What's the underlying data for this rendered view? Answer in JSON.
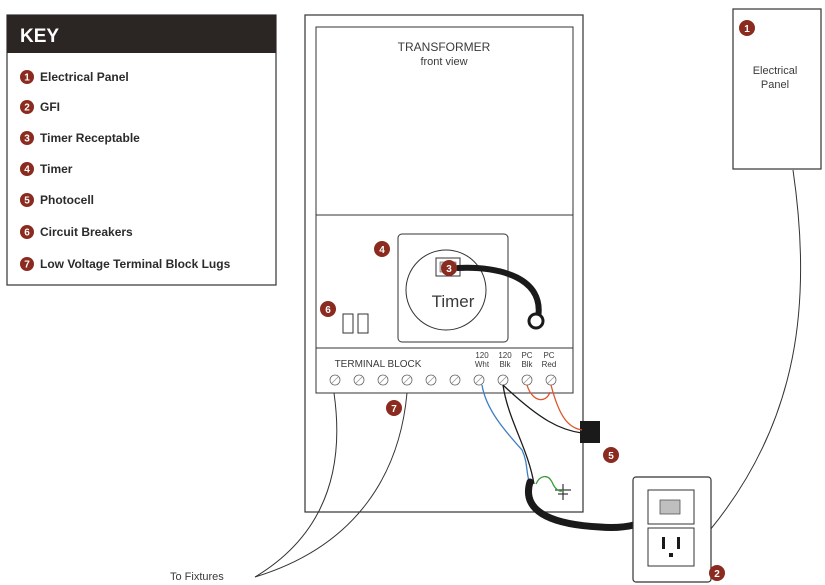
{
  "key": {
    "title": "KEY",
    "items": [
      {
        "num": "1",
        "label": "Electrical Panel"
      },
      {
        "num": "2",
        "label": "GFI"
      },
      {
        "num": "3",
        "label": "Timer Receptable"
      },
      {
        "num": "4",
        "label": "Timer"
      },
      {
        "num": "5",
        "label": "Photocell"
      },
      {
        "num": "6",
        "label": "Circuit Breakers"
      },
      {
        "num": "7",
        "label": "Low Voltage Terminal Block Lugs"
      }
    ]
  },
  "transformer": {
    "title": "TRANSFORMER",
    "subtitle": "front view",
    "timer_label": "Timer",
    "terminal_block_label": "TERMINAL BLOCK",
    "terminals": [
      {
        "line1": "120",
        "line2": "Wht"
      },
      {
        "line1": "120",
        "line2": "Blk"
      },
      {
        "line1": "PC",
        "line2": "Blk"
      },
      {
        "line1": "PC",
        "line2": "Red"
      }
    ]
  },
  "panel": {
    "line1": "Electrical",
    "line2": "Panel"
  },
  "fixtures_label": "To Fixtures",
  "colors": {
    "badge": "#8b2a1f",
    "key_header": "#2b2523",
    "wire_blue": "#3d7fc4",
    "wire_orange": "#e0552b",
    "wire_green": "#3a9a3a",
    "cord": "#1a1a1a"
  }
}
